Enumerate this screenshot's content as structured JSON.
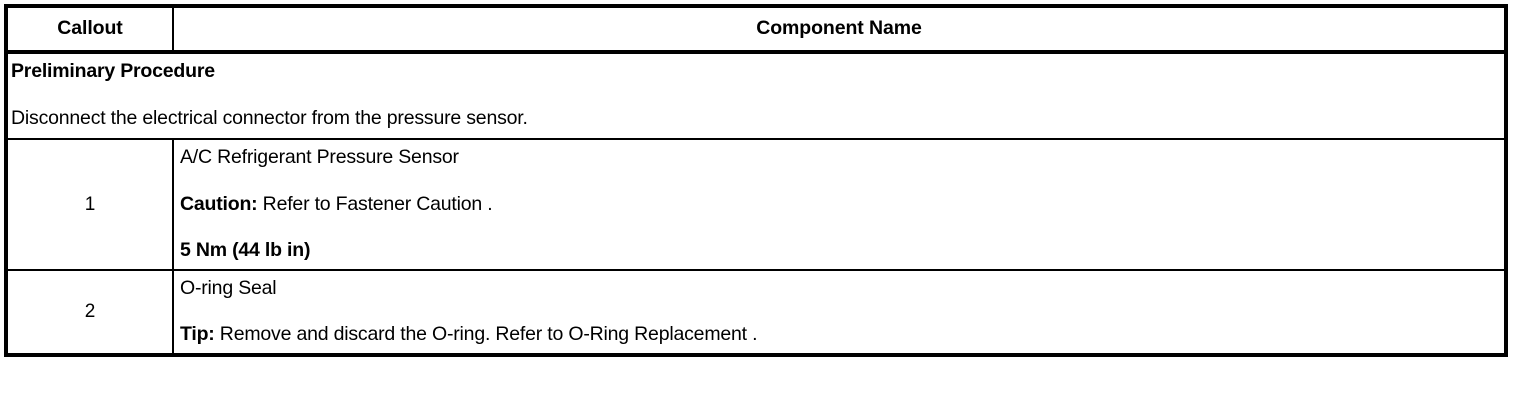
{
  "table": {
    "headers": {
      "callout": "Callout",
      "component_name": "Component Name"
    },
    "preliminary": {
      "title": "Preliminary Procedure",
      "text": "Disconnect the electrical connector from the pressure sensor."
    },
    "rows": [
      {
        "callout": "1",
        "lines": [
          {
            "bold_prefix": "",
            "text": "A/C Refrigerant Pressure Sensor"
          },
          {
            "bold_prefix": "Caution:",
            "text": " Refer to Fastener Caution ."
          },
          {
            "bold_prefix": "5 Nm (44 lb in)",
            "text": ""
          }
        ]
      },
      {
        "callout": "2",
        "lines": [
          {
            "bold_prefix": "",
            "text": "O-ring Seal"
          },
          {
            "bold_prefix": "Tip:",
            "text": " Remove and discard the O-ring. Refer to O-Ring Replacement ."
          }
        ]
      }
    ]
  },
  "colors": {
    "border": "#000000",
    "background": "#ffffff",
    "text": "#000000"
  }
}
